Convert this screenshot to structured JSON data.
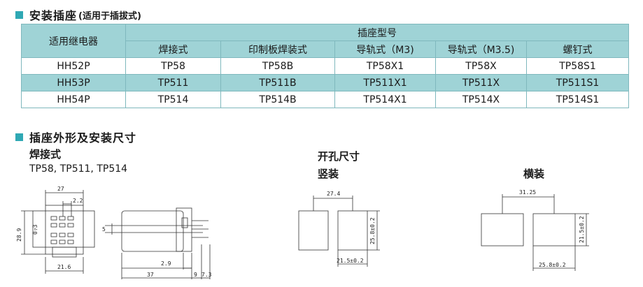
{
  "section1": {
    "title": "安装插座",
    "subtitle": "(适用于插拔式)"
  },
  "table": {
    "relay_header": "适用继电器",
    "socket_header": "插座型号",
    "columns": [
      "焊接式",
      "印制板焊装式",
      "导轨式（M3)",
      "导轨式（M3.5)",
      "螺钉式"
    ],
    "rows": [
      {
        "relay": "HH52P",
        "cells": [
          "TP58",
          "TP58B",
          "TP58X1",
          "TP58X",
          "TP58S1"
        ]
      },
      {
        "relay": "HH53P",
        "cells": [
          "TP511",
          "TP511B",
          "TP511X1",
          "TP511X",
          "TP511S1"
        ]
      },
      {
        "relay": "HH54P",
        "cells": [
          "TP514",
          "TP514B",
          "TP514X1",
          "TP514X",
          "TP514S1"
        ]
      }
    ]
  },
  "section2": {
    "title": "插座外形及安装尺寸"
  },
  "solder": {
    "title": "焊接式",
    "models": "TP58, TP511, TP514"
  },
  "cutout": {
    "title": "开孔尺寸",
    "vertical": "竖装",
    "horizontal": "横装"
  },
  "dims": {
    "d27": "27",
    "d22": "2.2",
    "d289": "28.9",
    "d03": "0.3",
    "d216": "21.6",
    "d5": "5",
    "d29": "2.9",
    "d37": "37",
    "d9": "9",
    "d73": "7.3",
    "v_width": "27.4",
    "v_height": "25.8±0.2",
    "v_bottom": "21.5±0.2",
    "h_width": "31.25",
    "h_height": "21.5±0.2",
    "h_bottom": "25.8±0.2"
  },
  "colors": {
    "accent": "#2fa8b4",
    "table_header": "#9fd3d6",
    "table_border": "#7fb8bd"
  }
}
